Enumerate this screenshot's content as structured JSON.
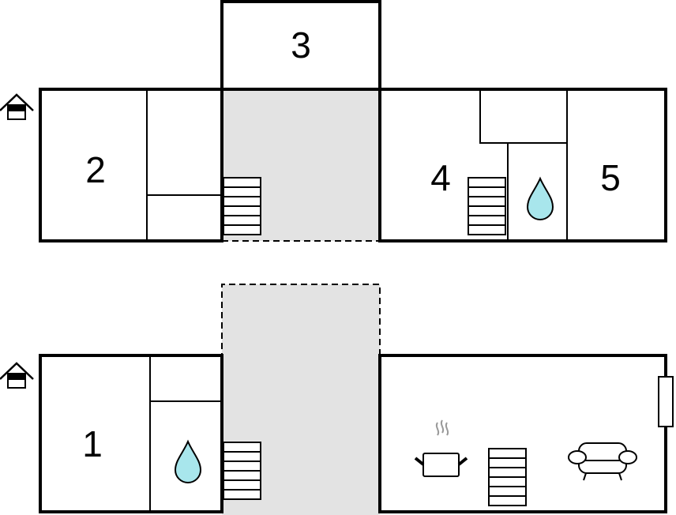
{
  "rooms": {
    "r1": "1",
    "r2": "2",
    "r3": "3",
    "r4": "4",
    "r5": "5"
  },
  "colors": {
    "hall": "#e3e3e3",
    "water": "#a8e6ec",
    "steam": "#999999"
  },
  "icons": [
    "house-entrance-icon",
    "stairs-icon",
    "water-drop-icon",
    "cooking-pot-icon",
    "sofa-icon",
    "window-icon"
  ]
}
